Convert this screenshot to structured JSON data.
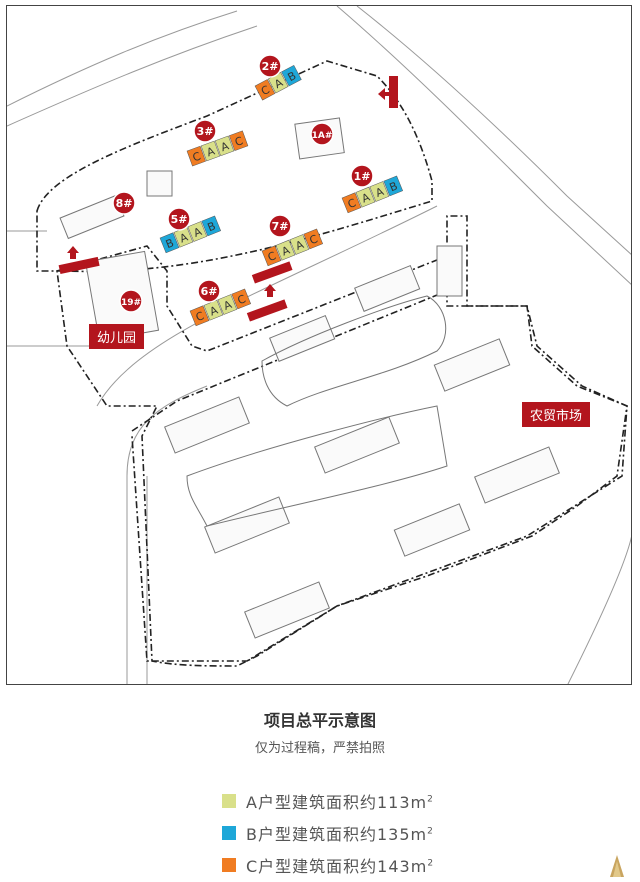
{
  "map": {
    "buildings": [
      {
        "id": "2#",
        "units": [
          "C",
          "A",
          "B"
        ]
      },
      {
        "id": "3#",
        "units": [
          "C",
          "A",
          "A",
          "C"
        ]
      },
      {
        "id": "1A#",
        "units": []
      },
      {
        "id": "1#",
        "units": [
          "C",
          "A",
          "A",
          "B"
        ]
      },
      {
        "id": "8#",
        "units": []
      },
      {
        "id": "5#",
        "units": [
          "B",
          "A",
          "A",
          "B"
        ]
      },
      {
        "id": "7#",
        "units": [
          "C",
          "A",
          "A",
          "C"
        ]
      },
      {
        "id": "19#",
        "units": []
      },
      {
        "id": "6#",
        "units": [
          "C",
          "A",
          "A",
          "C"
        ]
      }
    ],
    "facilities": {
      "kindergarten": "幼儿园",
      "market": "农贸市场"
    }
  },
  "caption": {
    "title": "项目总平示意图",
    "subtitle": "仅为过程稿，严禁拍照"
  },
  "legend": [
    {
      "letter": "A",
      "text": "户型建筑面积约113m",
      "sup": "2",
      "color": "#d9e08a"
    },
    {
      "letter": "B",
      "text": "户型建筑面积约135m",
      "sup": "2",
      "color": "#1ea7d8"
    },
    {
      "letter": "C",
      "text": "户型建筑面积约143m",
      "sup": "2",
      "color": "#f07c22"
    }
  ],
  "colors": {
    "badge": "#b3151d",
    "unit_A": "#d9e08a",
    "unit_B": "#1ea7d8",
    "unit_C": "#f07c22"
  }
}
